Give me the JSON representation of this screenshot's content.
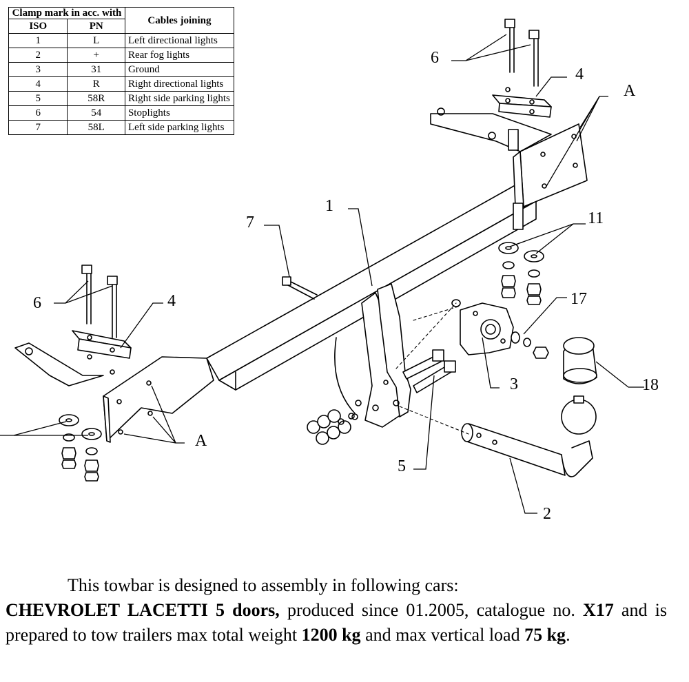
{
  "table": {
    "header_group": "Clamp mark in acc. with",
    "col_iso": "ISO",
    "col_pn": "PN",
    "col_cables": "Cables joining",
    "rows": [
      {
        "iso": "1",
        "pn": "L",
        "cable": "Left directional lights"
      },
      {
        "iso": "2",
        "pn": "+",
        "cable": "Rear fog lights"
      },
      {
        "iso": "3",
        "pn": "31",
        "cable": "Ground"
      },
      {
        "iso": "4",
        "pn": "R",
        "cable": "Right directional lights"
      },
      {
        "iso": "5",
        "pn": "58R",
        "cable": "Right side parking lights"
      },
      {
        "iso": "6",
        "pn": "54",
        "cable": "Stoplights"
      },
      {
        "iso": "7",
        "pn": "58L",
        "cable": "Left side parking lights"
      }
    ]
  },
  "callouts": {
    "c1": "1",
    "c2": "2",
    "c3": "3",
    "c4a": "4",
    "c4b": "4",
    "c5": "5",
    "c6a": "6",
    "c6b": "6",
    "c7": "7",
    "c11": "11",
    "c17": "17",
    "c18": "18",
    "cAa": "A",
    "cAb": "A"
  },
  "description": {
    "line1": "This towbar is designed to assembly in following cars:",
    "car": "CHEVROLET LACETTI 5 doors,",
    "t1": " produced since 01.2005, catalogue no. ",
    "catalogue": "X17",
    "t2": " and is prepared to tow trailers max total weight ",
    "weight": "1200 kg",
    "t3": " and max vertical load ",
    "load": "75 kg",
    "t4": "."
  }
}
